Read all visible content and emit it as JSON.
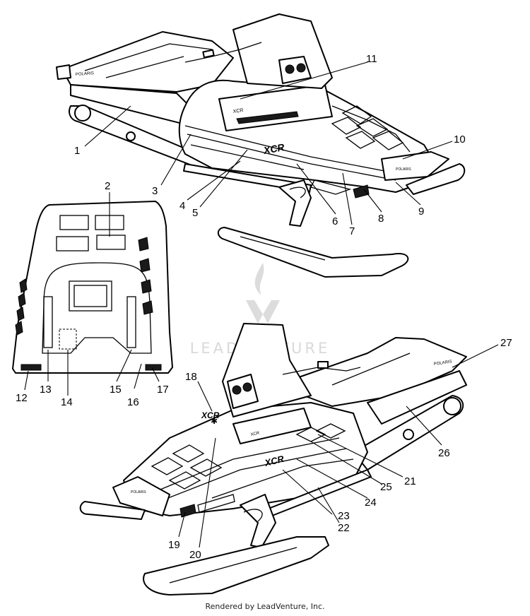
{
  "callouts": [
    "1",
    "2",
    "3",
    "4",
    "5",
    "6",
    "7",
    "8",
    "9",
    "10",
    "11",
    "12",
    "13",
    "14",
    "15",
    "16",
    "17",
    "18",
    "19",
    "20",
    "21",
    "22",
    "23",
    "24",
    "25",
    "26",
    "27"
  ],
  "decals": {
    "brand": "POLARIS",
    "model_top": "XCR",
    "model_top_side": "XCR",
    "model_bottom": "XCR",
    "model_bottom_side": "XCR"
  },
  "watermark": "LEADVENTURE",
  "footer": "Rendered by LeadVenture, Inc.",
  "colors": {
    "line": "#000000",
    "fill": "#ffffff",
    "watermark": "#d9d9d9"
  },
  "icons": [
    "flame-logo-icon"
  ]
}
